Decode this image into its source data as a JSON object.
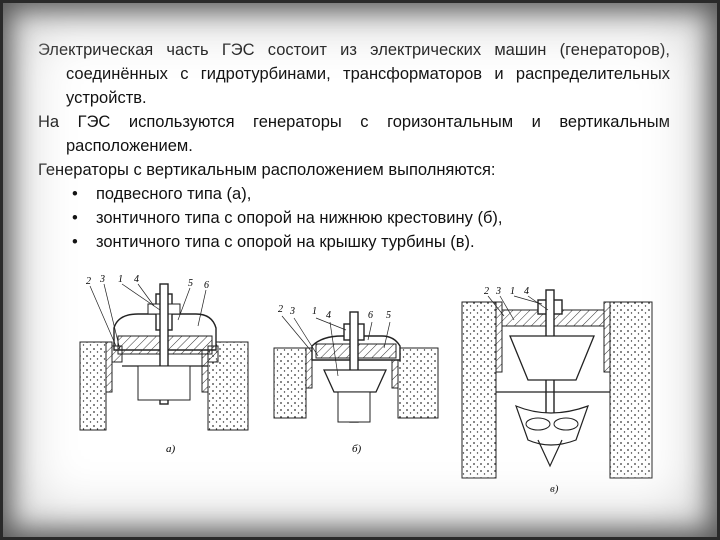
{
  "paragraphs": [
    "Электрическая часть ГЭС состоит из электрических машин (генераторов), соединённых с гидротурбинами, трансформаторов и распределительных устройств.",
    "На ГЭС используются генераторы с горизонтальным и вертикальным расположением.",
    "Генераторы с вертикальным расположением выполняются:"
  ],
  "bullets": [
    "подвесного типа (а),",
    "зонтичного типа с опорой на нижнюю крестовину (б),",
    "зонтичного типа с опорой на крышку турбины (в)."
  ],
  "figures": {
    "a": {
      "caption": "а)",
      "labels": [
        "2",
        "3",
        "1",
        "4",
        "5",
        "6"
      ]
    },
    "b": {
      "caption": "б)",
      "labels": [
        "2",
        "3",
        "1",
        "4",
        "6",
        "5"
      ]
    },
    "c": {
      "caption": "в)",
      "labels": [
        "2",
        "3",
        "1",
        "4"
      ]
    }
  }
}
